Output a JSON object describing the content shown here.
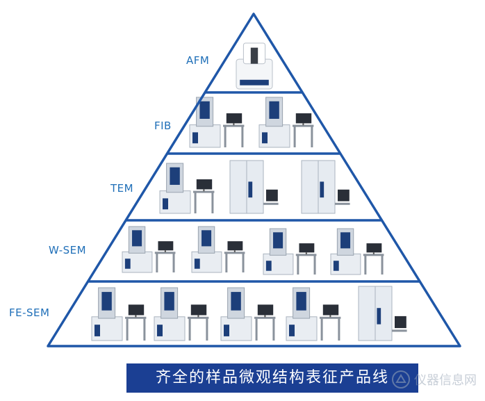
{
  "tiers": [
    {
      "label": "AFM",
      "instrument_count": 1
    },
    {
      "label": "FIB",
      "instrument_count": 2
    },
    {
      "label": "TEM",
      "instrument_count": 3
    },
    {
      "label": "W-SEM",
      "instrument_count": 4
    },
    {
      "label": "FE-SEM",
      "instrument_count": 5
    }
  ],
  "banner": {
    "text": "齐全的样品微观结构表征产品线"
  },
  "watermark": {
    "text": "仪器信息网"
  },
  "colors": {
    "pyramid_edge": "#1f57a8",
    "label": "#1f6fb8",
    "banner_bg": "#1b3f93",
    "instrument_body": "#e9edf2",
    "instrument_panel": "#1d3f7a",
    "monitor": "#2a2f38"
  }
}
